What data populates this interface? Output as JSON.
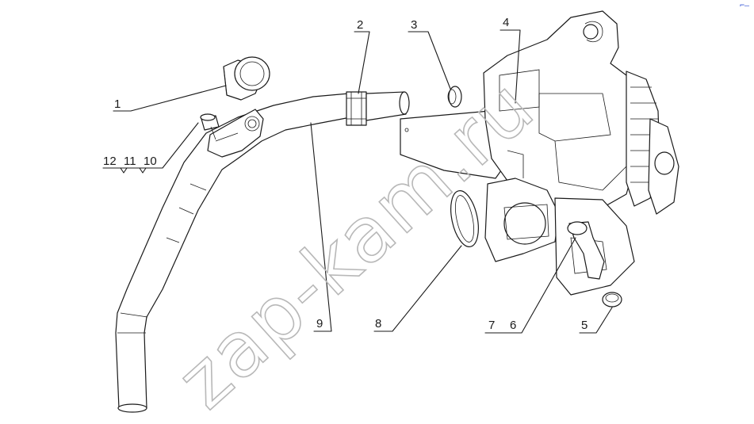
{
  "watermark": "zap-kam.ru",
  "corner_mark": "⌐–",
  "callouts": [
    {
      "id": "1",
      "text": "1"
    },
    {
      "id": "2",
      "text": "2"
    },
    {
      "id": "3",
      "text": "3"
    },
    {
      "id": "4",
      "text": "4"
    },
    {
      "id": "5",
      "text": "5"
    },
    {
      "id": "6",
      "text": "6"
    },
    {
      "id": "7",
      "text": "7"
    },
    {
      "id": "8",
      "text": "8"
    },
    {
      "id": "9",
      "text": "9"
    },
    {
      "id": "10",
      "text": "10"
    },
    {
      "id": "11",
      "text": "11"
    },
    {
      "id": "12",
      "text": "12"
    }
  ]
}
